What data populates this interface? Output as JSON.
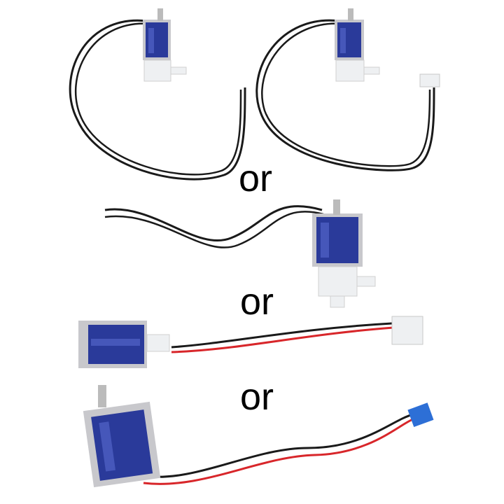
{
  "image": {
    "description": "Product photo of four variants of a mini blue solenoid valve with wire leads, separated by 'or' labels",
    "background": "#ffffff"
  },
  "labels": {
    "or_1": "or",
    "or_2": "or",
    "or_3": "or"
  },
  "colors": {
    "coil_blue": "#2a3a9a",
    "coil_highlight": "#5a6ad0",
    "metal_frame": "#c8c8cc",
    "plastic_white": "#eef0f2",
    "wire_black": "#1a1a1a",
    "wire_red": "#d8262a",
    "connector_blue": "#2d6fd6"
  },
  "variants": [
    {
      "id": 1,
      "position": "top-left",
      "wires": "black, bare ends"
    },
    {
      "id": 2,
      "position": "top-right",
      "wires": "black, white connector"
    },
    {
      "id": 3,
      "position": "middle",
      "wires": "black, bare ends"
    },
    {
      "id": 4,
      "position": "lower",
      "wires": "red/black, white connector"
    },
    {
      "id": 5,
      "position": "bottom",
      "wires": "red/black, blue connector"
    }
  ]
}
